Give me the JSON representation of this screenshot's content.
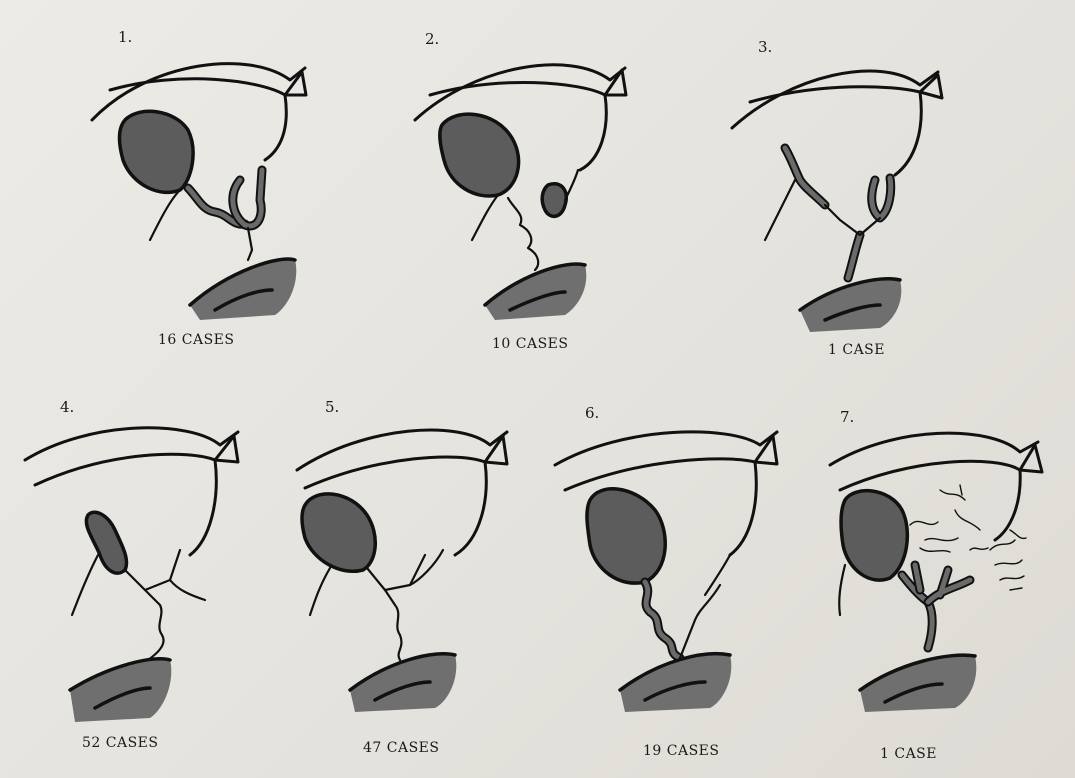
{
  "panels": [
    {
      "number": "1.",
      "caption": "16 CASES"
    },
    {
      "number": "2.",
      "caption": "10 CASES"
    },
    {
      "number": "3.",
      "caption": "1 CASE"
    },
    {
      "number": "4.",
      "caption": "52 CASES"
    },
    {
      "number": "5.",
      "caption": "47 CASES"
    },
    {
      "number": "6.",
      "caption": "19 CASES"
    },
    {
      "number": "7.",
      "caption": "1 CASE"
    }
  ]
}
